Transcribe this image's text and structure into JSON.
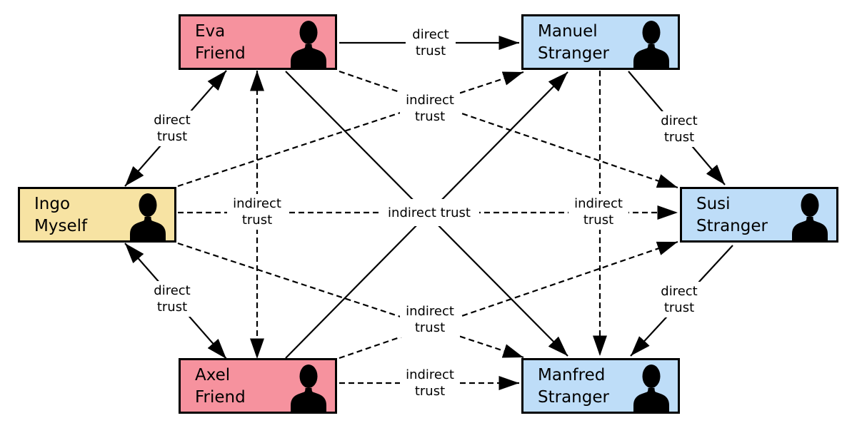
{
  "diagram": {
    "type": "web-of-trust-diagram",
    "colors": {
      "friend": "#f6929e",
      "stranger": "#bedдf8",
      "myself": "#f7e3a3",
      "line": "#000000"
    },
    "nodes": [
      {
        "id": "eva",
        "name": "Eva",
        "role": "Friend",
        "color": "#f6929e"
      },
      {
        "id": "manuel",
        "name": "Manuel",
        "role": "Stranger",
        "color": "#beddf8"
      },
      {
        "id": "ingo",
        "name": "Ingo",
        "role": "Myself",
        "color": "#f7e3a3"
      },
      {
        "id": "susi",
        "name": "Susi",
        "role": "Stranger",
        "color": "#beddf8"
      },
      {
        "id": "axel",
        "name": "Axel",
        "role": "Friend",
        "color": "#f6929e"
      },
      {
        "id": "manfred",
        "name": "Manfred",
        "role": "Stranger",
        "color": "#beddf8"
      }
    ],
    "labels": [
      "direct trust",
      "indirect trust",
      "direct trust",
      "direct trust",
      "indirect trust",
      "indirect trust",
      "indirect trust",
      "direct trust",
      "direct trust",
      "indirect trust",
      "indirect trust"
    ],
    "edges": [
      {
        "from": "Ingo",
        "to": "Eva",
        "trust": "direct",
        "style": "solid",
        "bidirectional": true
      },
      {
        "from": "Ingo",
        "to": "Axel",
        "trust": "direct",
        "style": "solid",
        "bidirectional": true
      },
      {
        "from": "Eva",
        "to": "Manuel",
        "trust": "direct",
        "style": "solid",
        "bidirectional": false
      },
      {
        "from": "Eva",
        "to": "Axel",
        "trust": "indirect",
        "style": "dashed",
        "bidirectional": true
      },
      {
        "from": "Manuel",
        "to": "Manfred",
        "trust": "indirect",
        "style": "dashed",
        "bidirectional": false
      },
      {
        "from": "Ingo",
        "to": "Susi",
        "trust": "indirect",
        "style": "dashed",
        "bidirectional": false
      },
      {
        "from": "Ingo",
        "to": "Manuel",
        "trust": "indirect",
        "style": "dashed",
        "bidirectional": false
      },
      {
        "from": "Ingo",
        "to": "Manfred",
        "trust": "indirect",
        "style": "dashed",
        "bidirectional": false
      },
      {
        "from": "Eva",
        "to": "Susi",
        "trust": "indirect",
        "style": "dashed",
        "bidirectional": false
      },
      {
        "from": "Axel",
        "to": "Susi",
        "trust": "indirect",
        "style": "dashed",
        "bidirectional": false
      },
      {
        "from": "Axel",
        "to": "Manfred",
        "trust": "indirect",
        "style": "dashed",
        "bidirectional": false
      },
      {
        "from": "Eva",
        "to": "Manfred",
        "trust": "direct",
        "style": "solid",
        "bidirectional": false
      },
      {
        "from": "Axel",
        "to": "Manuel",
        "trust": "direct",
        "style": "solid",
        "bidirectional": false
      },
      {
        "from": "Manuel",
        "to": "Susi",
        "trust": "direct",
        "style": "solid",
        "bidirectional": false
      },
      {
        "from": "Susi",
        "to": "Manfred",
        "trust": "direct",
        "style": "solid",
        "bidirectional": false
      }
    ]
  }
}
